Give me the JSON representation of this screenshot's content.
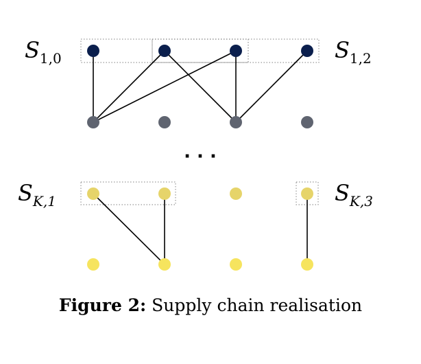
{
  "colors": {
    "tier1_top": "#0b1f4d",
    "tier1_bottom": "#5f6470",
    "tierK_top": "#e6d46a",
    "tierK_bottom": "#f6e45e",
    "edge": "#000000",
    "box": "#888888"
  },
  "labels": {
    "s10_main": "S",
    "s10_sub": "1,0",
    "s12_main": "S",
    "s12_sub": "1,2",
    "sK1_main": "S",
    "sK1_sub": "K,1",
    "sK3_main": "S",
    "sK3_sub": "K,3",
    "ellipsis": "· · ·"
  },
  "caption": {
    "prefix": "Figure 2:",
    "text": "Supply chain realisation"
  }
}
